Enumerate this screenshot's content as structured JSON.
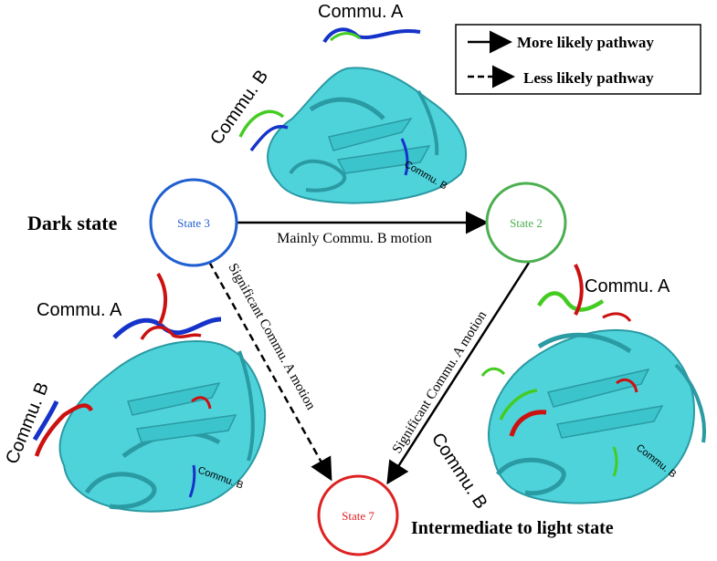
{
  "legend": {
    "solid_label": "More likely pathway",
    "dashed_label": "Less likely pathway"
  },
  "states": {
    "s3": {
      "label": "State 3",
      "color": "#1f5fd0"
    },
    "s2": {
      "label": "State 2",
      "color": "#4caf50"
    },
    "s7": {
      "label": "State 7",
      "color": "#dd2222"
    }
  },
  "state_names": {
    "dark": "Dark state",
    "intermediate": "Intermediate to light state"
  },
  "transitions": {
    "s3_to_s2": "Mainly Commu. B motion",
    "s3_to_s7": "Significant Commu. A motion",
    "s2_to_s7": "Significant Commu. A motion"
  },
  "protein_labels": {
    "top_commu_a": "Commu. A",
    "top_commu_b": "Commu. B",
    "top_commu_b_small": "Commu. B",
    "left_commu_a": "Commu. A",
    "left_commu_b": "Commu. B",
    "left_commu_b_small": "Commu. B",
    "right_commu_a": "Commu. A",
    "right_commu_b": "Commu. B",
    "right_commu_b_small": "Commu. B"
  },
  "colors": {
    "protein": "#4fd3db",
    "protein_dark": "#2a9aa3",
    "blue_loop": "#1533c9",
    "green_loop": "#44cc22",
    "red_loop": "#cc1111"
  }
}
